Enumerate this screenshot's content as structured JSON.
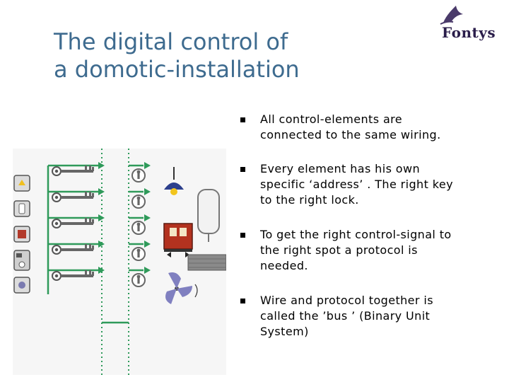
{
  "slide": {
    "title_lines": [
      "The digital control of",
      "a domotic-installation"
    ],
    "logo_text": "Fontys"
  },
  "bullets": [
    {
      "lines": [
        "All control-elements are",
        "connected to the same wiring."
      ]
    },
    {
      "lines": [
        "Every element has his own",
        "specific ‘address’ . The right key",
        "to the right lock."
      ]
    },
    {
      "lines": [
        "To get the right control-signal to",
        "the right spot a protocol is",
        "needed."
      ]
    },
    {
      "lines": [
        "Wire and protocol together is",
        "called the ’bus ’ (Binary Unit",
        "System)"
      ]
    }
  ],
  "colors": {
    "title": "#3e6b8f",
    "wire": "#2f9a5a",
    "key": "#6b6b6b"
  }
}
